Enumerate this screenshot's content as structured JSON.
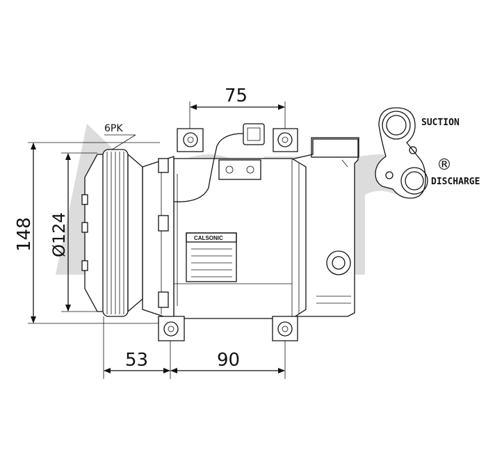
{
  "dimensions": {
    "top_width": "75",
    "belt": "6PK",
    "height": "148",
    "pulley_diameter": "Ø124",
    "offset_left": "53",
    "offset_right": "90"
  },
  "ports": {
    "suction": "SUCTION",
    "discharge": "DISCHARGE"
  },
  "nameplate": {
    "brand": "CALSONIC"
  },
  "watermark": {
    "text": "acr",
    "registered": "®",
    "color": "#d9d9d9"
  }
}
